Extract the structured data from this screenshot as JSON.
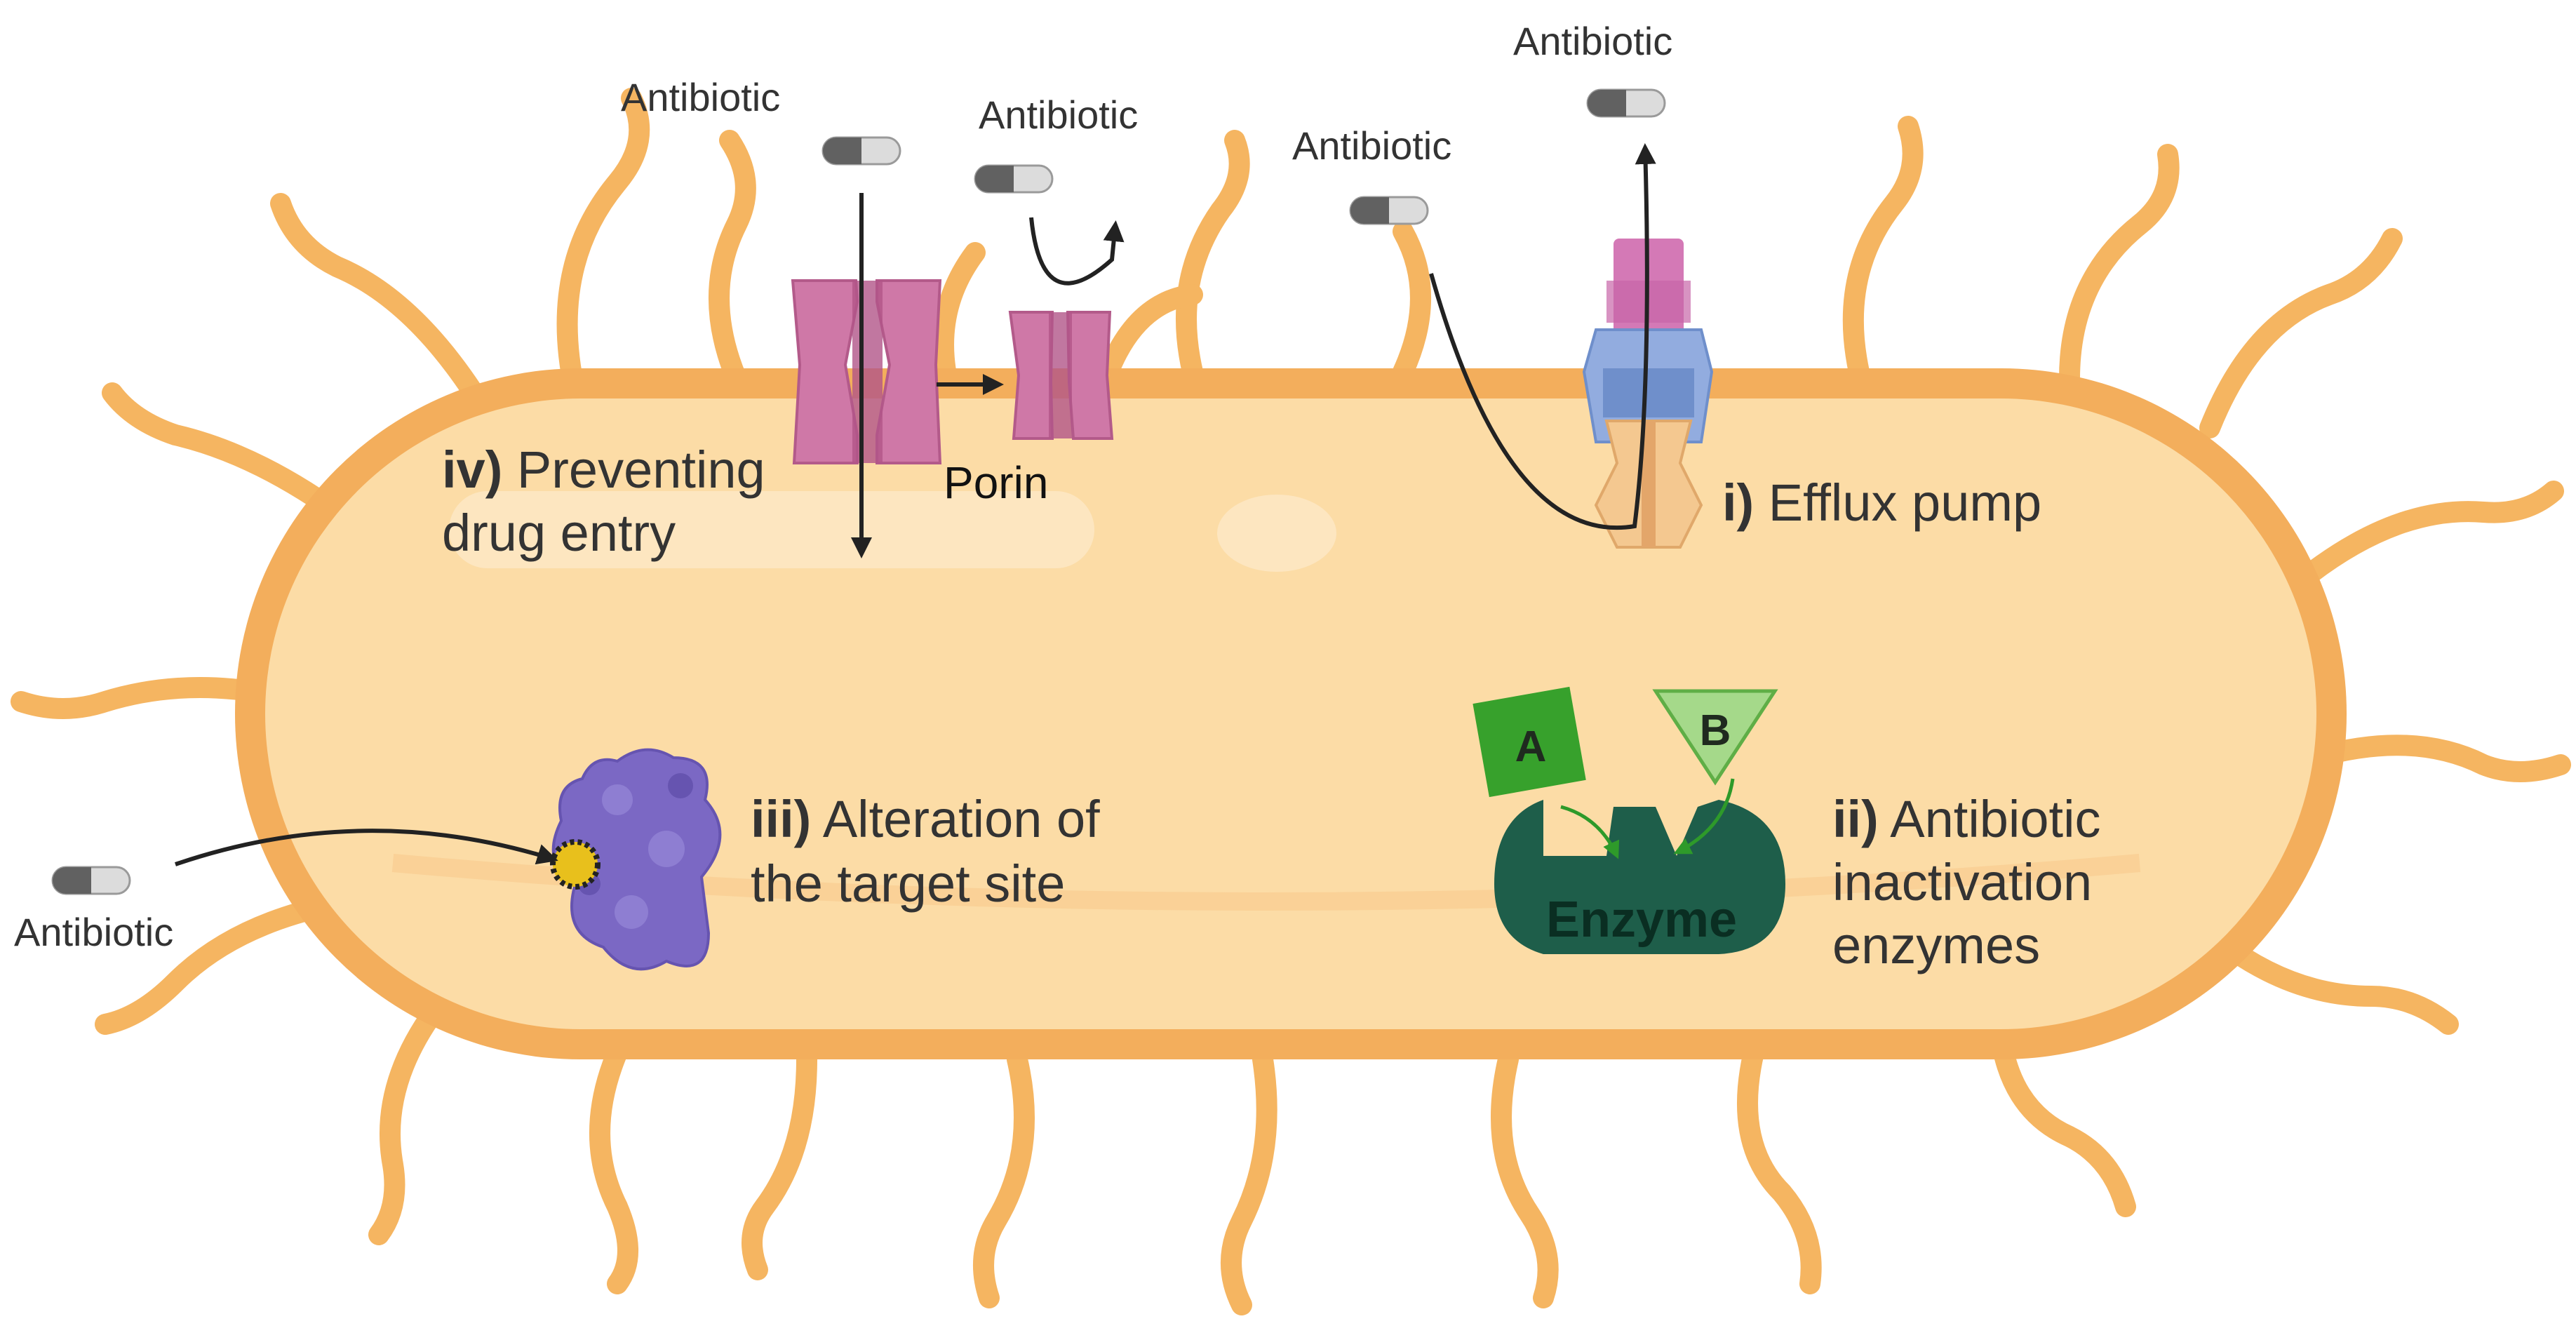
{
  "colors": {
    "flagella": "#f5b561",
    "cell_outer": "#f3ae5c",
    "cell_inner": "#fcdca6",
    "porin_pink": "#d07aa8",
    "pump_blue": "#7f9ed9",
    "target_purple": "#7b68c4",
    "enzyme_dark": "#1e5e4a",
    "substrate_a": "#37a12c",
    "substrate_b": "#a5d98a",
    "antibiotic_dark": "#616161",
    "antibiotic_light": "#dcdcdc",
    "arrow": "#222222"
  },
  "labels": {
    "antibiotic": "Antibiotic",
    "porin": "Porin",
    "efflux_num": "i)",
    "efflux_text": "Efflux pump",
    "inactivation_num": "ii)",
    "inactivation_line1": "Antibiotic",
    "inactivation_line2": "inactivation",
    "inactivation_line3": "enzymes",
    "alteration_num": "iii)",
    "alteration_line1": "Alteration of",
    "alteration_line2": "the target site",
    "preventing_num": "iv)",
    "preventing_line1": "Preventing",
    "preventing_line2": "drug entry",
    "substrate_a": "A",
    "substrate_b": "B",
    "enzyme": "Enzyme"
  },
  "icons": {
    "antibiotic": "capsule-icon",
    "porin": "porin-channel-icon",
    "efflux": "efflux-pump-icon",
    "target": "target-protein-icon",
    "enzyme": "enzyme-icon"
  }
}
